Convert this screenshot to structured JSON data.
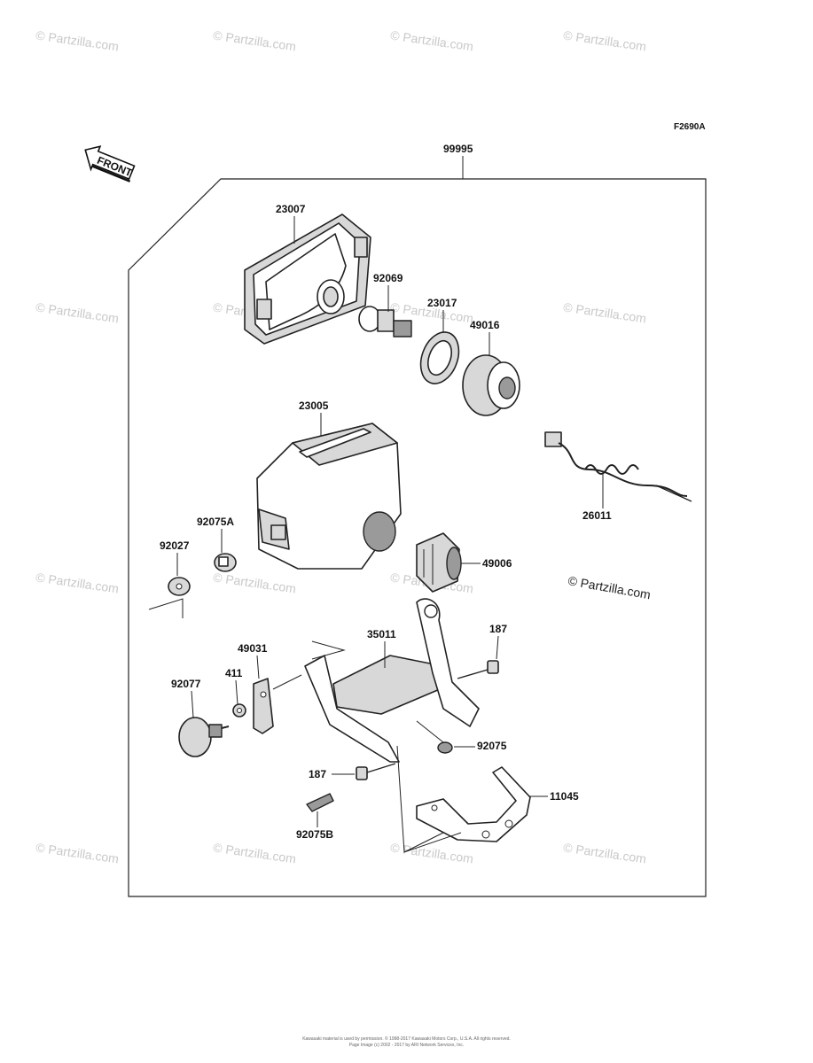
{
  "diagram": {
    "figure_code": "F2690A",
    "front_label": "FRONT",
    "assembly_number": "99995",
    "parts": {
      "p23007": "23007",
      "p92069": "92069",
      "p23017": "23017",
      "p49016": "49016",
      "p23005": "23005",
      "p26011": "26011",
      "p92075A": "92075A",
      "p92027": "92027",
      "p49006": "49006",
      "p35011": "35011",
      "p187a": "187",
      "p49031": "49031",
      "p411": "411",
      "p92077": "92077",
      "p92075": "92075",
      "p187b": "187",
      "p11045": "11045",
      "p92075B": "92075B"
    },
    "watermark_center": "© Partzilla.com",
    "watermark_tile": "© Partzilla.com",
    "footer_line1": "Kawasaki material is used by permission. © 1998-2017 Kawasaki Motors Corp., U.S.A. All rights reserved.",
    "footer_line2": "Page Image (c) 2002 - 2017 by ARI Network Services, Inc."
  }
}
